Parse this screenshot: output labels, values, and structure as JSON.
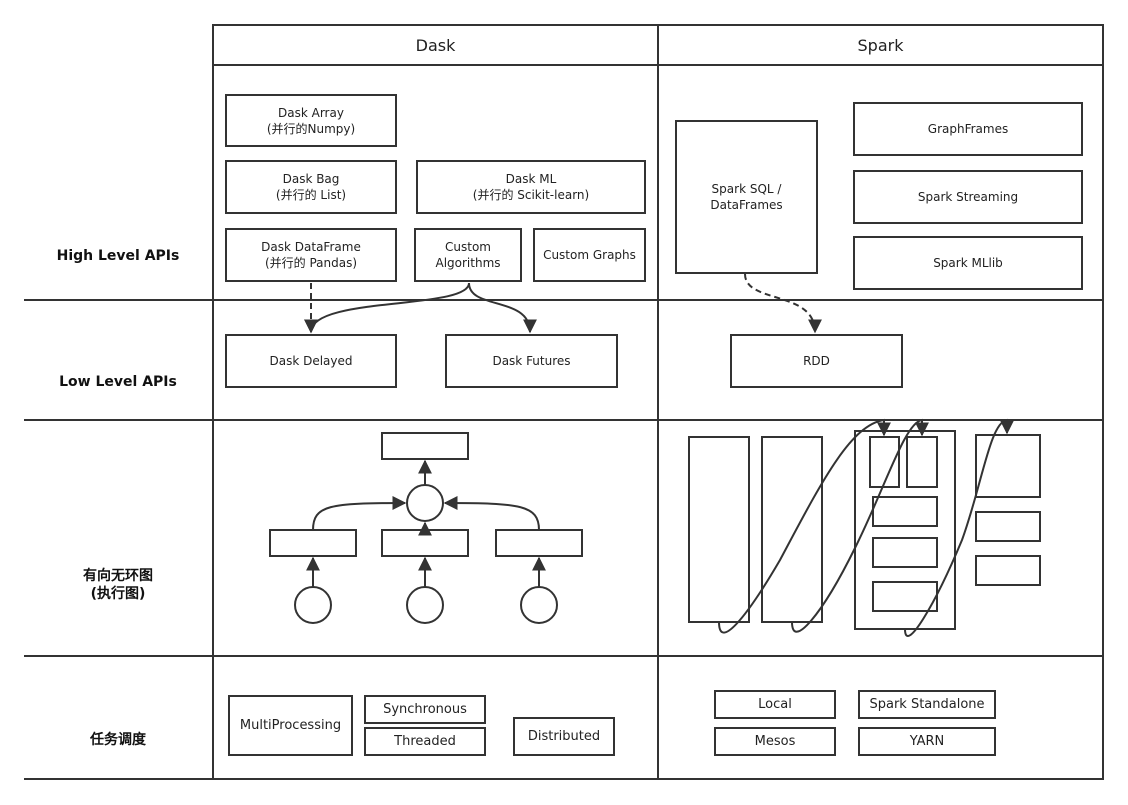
{
  "columns": {
    "dask": "Dask",
    "spark": "Spark"
  },
  "rows": {
    "high": "High Level APIs",
    "low": "Low Level APIs",
    "dag": "有向无环图\n(执行图)",
    "sched": "任务调度"
  },
  "dask_high": {
    "array": "Dask Array\n(并行的Numpy)",
    "bag": "Dask Bag\n(并行的 List)",
    "ml": "Dask ML\n(并行的 Scikit-learn)",
    "dataframe": "Dask DataFrame\n(并行的 Pandas)",
    "custom_algorithms": "Custom\nAlgorithms",
    "custom_graphs": "Custom Graphs"
  },
  "spark_high": {
    "sql": "Spark SQL /\nDataFrames",
    "graphframes": "GraphFrames",
    "streaming": "Spark Streaming",
    "mllib": "Spark MLlib"
  },
  "dask_low": {
    "delayed": "Dask Delayed",
    "futures": "Dask Futures"
  },
  "spark_low": {
    "rdd": "RDD"
  },
  "dask_sched": {
    "multiprocessing": "MultiProcessing",
    "synchronous": "Synchronous",
    "threaded": "Threaded",
    "distributed": "Distributed"
  },
  "spark_sched": {
    "local": "Local",
    "standalone": "Spark Standalone",
    "mesos": "Mesos",
    "yarn": "YARN"
  }
}
